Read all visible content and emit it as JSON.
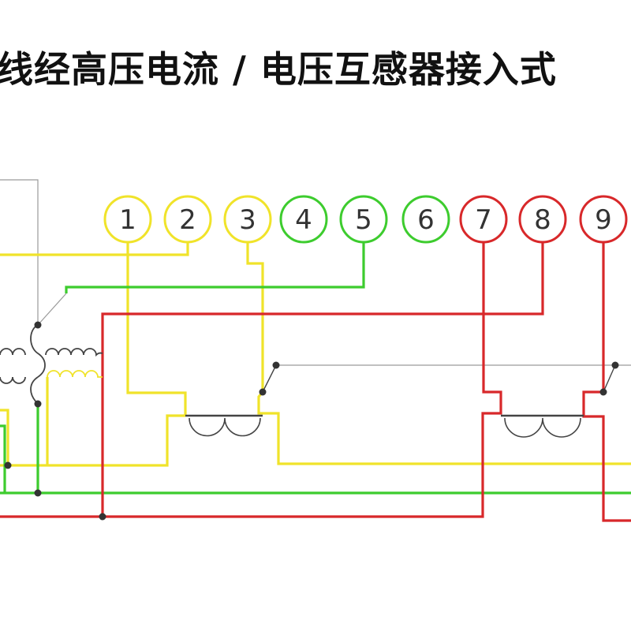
{
  "title": "线经高压电流 / 电压互感器接入式",
  "colors": {
    "yellow": "#f0e32a",
    "green": "#3dcc2e",
    "red": "#d8282a",
    "gray": "#9a9a9a",
    "coil": "#444444"
  },
  "terminals": [
    {
      "label": "1",
      "color": "yellow"
    },
    {
      "label": "2",
      "color": "yellow"
    },
    {
      "label": "3",
      "color": "yellow"
    },
    {
      "label": "4",
      "color": "green"
    },
    {
      "label": "5",
      "color": "green"
    },
    {
      "label": "6",
      "color": "green"
    },
    {
      "label": "7",
      "color": "red"
    },
    {
      "label": "8",
      "color": "red"
    },
    {
      "label": "9",
      "color": "red"
    }
  ]
}
